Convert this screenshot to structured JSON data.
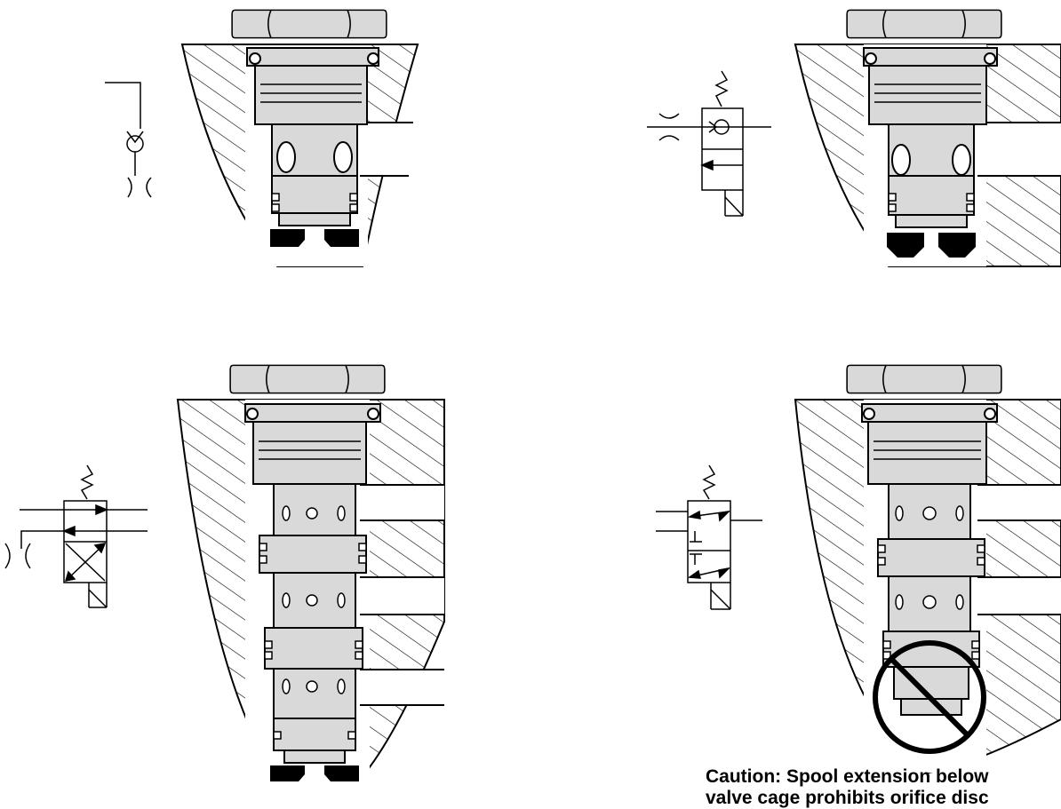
{
  "caption": {
    "line1": "Caution: Spool extension below",
    "line2": "valve cage prohibits orifice disc"
  },
  "colors": {
    "ink": "#000000",
    "body": "#d9d9d9",
    "paper": "#ffffff"
  },
  "icons": [
    "hydraulic-check-valve-symbol",
    "hydraulic-orifice-symbol",
    "prohibited-icon",
    "spring-symbol",
    "solenoid-symbol"
  ]
}
